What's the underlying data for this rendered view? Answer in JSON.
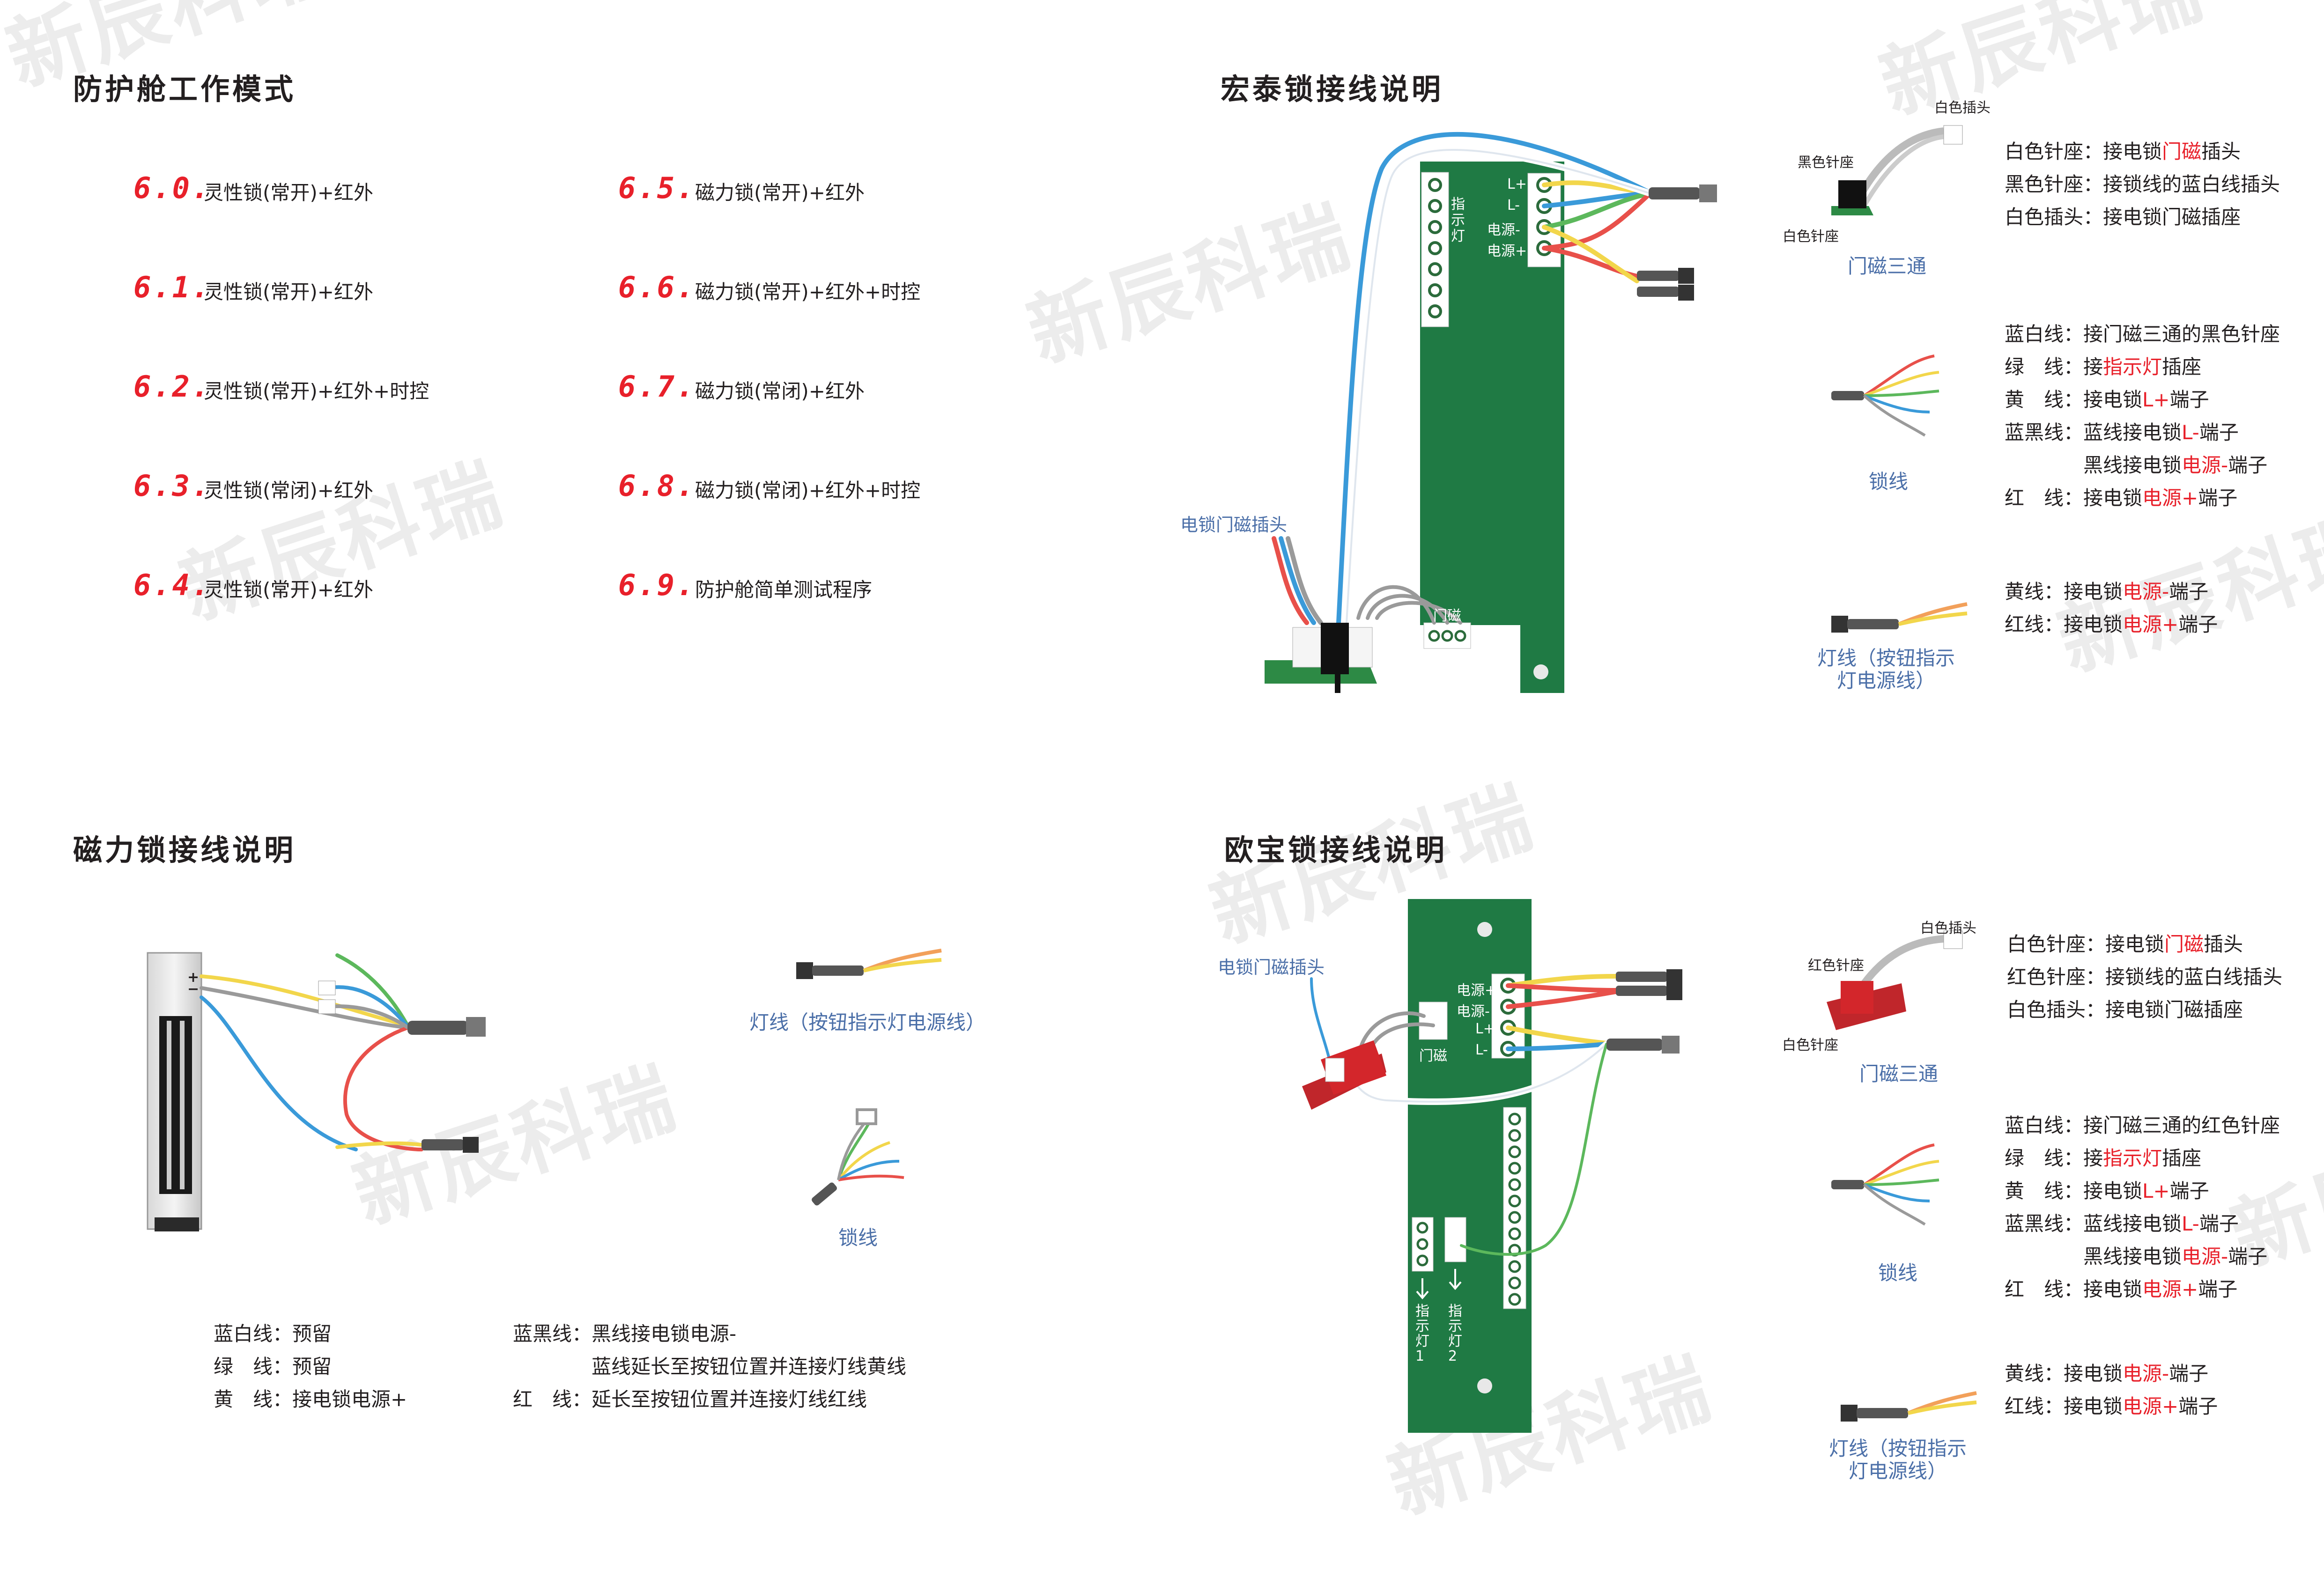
{
  "sections": {
    "modes_title": "防护舱工作模式",
    "hongtai_title": "宏泰锁接线说明",
    "cili_title": "磁力锁接线说明",
    "oubao_title": "欧宝锁接线说明"
  },
  "modes": [
    {
      "code": "6.0.",
      "desc": "灵性锁(常开)+红外"
    },
    {
      "code": "6.1.",
      "desc": "灵性锁(常开)+红外"
    },
    {
      "code": "6.2.",
      "desc": "灵性锁(常开)+红外+时控"
    },
    {
      "code": "6.3.",
      "desc": "灵性锁(常闭)+红外"
    },
    {
      "code": "6.4.",
      "desc": "灵性锁(常开)+红外"
    },
    {
      "code": "6.5.",
      "desc": "磁力锁(常开)+红外"
    },
    {
      "code": "6.6.",
      "desc": "磁力锁(常开)+红外+时控"
    },
    {
      "code": "6.7.",
      "desc": "磁力锁(常闭)+红外"
    },
    {
      "code": "6.8.",
      "desc": "磁力锁(常闭)+红外+时控"
    },
    {
      "code": "6.9.",
      "desc": "防护舱简单测试程序"
    }
  ],
  "watermark": "新辰科瑞",
  "hongtai": {
    "board_labels": {
      "indicator": "指示灯",
      "l_plus": "L+",
      "l_minus": "L-",
      "power_minus": "电源-",
      "power_plus": "电源+",
      "door": "门磁"
    },
    "door_plug_label": "电锁门磁插头",
    "tee_labels": {
      "white_plug": "白色插头",
      "black_pin": "黑色针座",
      "white_pin": "白色针座",
      "caption": "门磁三通"
    },
    "tee_desc": [
      {
        "pre": "白色针座：接电锁",
        "hl": "门磁",
        "post": "插头"
      },
      {
        "pre": "黑色针座：接锁线的蓝白线插头",
        "hl": "",
        "post": ""
      },
      {
        "pre": "白色插头：接电锁门磁插座",
        "hl": "",
        "post": ""
      }
    ],
    "lock_caption": "锁线",
    "lock_desc": [
      {
        "pre": "蓝白线：接门磁三通的黑色针座",
        "hl": "",
        "post": ""
      },
      {
        "pre": "绿　线：接",
        "hl": "指示灯",
        "post": "插座"
      },
      {
        "pre": "黄　线：接电锁",
        "hl": "L+",
        "post": "端子"
      },
      {
        "pre": "蓝黑线：蓝线接电锁",
        "hl": "L-",
        "post": "端子"
      },
      {
        "pre": "　　　　黑线接电锁",
        "hl": "电源-",
        "post": "端子"
      },
      {
        "pre": "红　线：接电锁",
        "hl": "电源+",
        "post": "端子"
      }
    ],
    "light_caption_1": "灯线（按钮指示",
    "light_caption_2": "灯电源线）",
    "light_desc": [
      {
        "pre": "黄线：接电锁",
        "hl": "电源-",
        "post": "端子"
      },
      {
        "pre": "红线：接电锁",
        "hl": "电源+",
        "post": "端子"
      }
    ]
  },
  "cili": {
    "light_caption": "灯线（按钮指示灯电源线）",
    "lock_caption": "锁线",
    "desc_left": [
      "蓝白线：预留",
      "绿　线：预留",
      "黄　线：接电锁电源+"
    ],
    "desc_right": [
      "蓝黑线：黑线接电锁电源-",
      "　　　　蓝线延长至按钮位置并连接灯线黄线",
      "红　线：延长至按钮位置并连接灯线红线"
    ]
  },
  "oubao": {
    "board_labels": {
      "power_plus": "电源+",
      "power_minus": "电源-",
      "l_plus": "L+",
      "l_minus": "L-",
      "door": "门磁",
      "ind1": "指示灯1",
      "ind2": "指示灯2"
    },
    "door_plug_label": "电锁门磁插头",
    "tee_labels": {
      "white_plug": "白色插头",
      "red_pin": "红色针座",
      "white_pin": "白色针座",
      "caption": "门磁三通"
    },
    "tee_desc": [
      {
        "pre": "白色针座：接电锁",
        "hl": "门磁",
        "post": "插头"
      },
      {
        "pre": "红色针座：接锁线的蓝白线插头",
        "hl": "",
        "post": ""
      },
      {
        "pre": "白色插头：接电锁门磁插座",
        "hl": "",
        "post": ""
      }
    ],
    "lock_caption": "锁线",
    "lock_desc": [
      {
        "pre": "蓝白线：接门磁三通的红色针座",
        "hl": "",
        "post": ""
      },
      {
        "pre": "绿　线：接",
        "hl": "指示灯",
        "post": "插座"
      },
      {
        "pre": "黄　线：接电锁",
        "hl": "L+",
        "post": "端子"
      },
      {
        "pre": "蓝黑线：蓝线接电锁",
        "hl": "L-",
        "post": "端子"
      },
      {
        "pre": "　　　　黑线接电锁",
        "hl": "电源-",
        "post": "端子"
      },
      {
        "pre": "红　线：接电锁",
        "hl": "电源+",
        "post": "端子"
      }
    ],
    "light_caption_1": "灯线（按钮指示",
    "light_caption_2": "灯电源线）",
    "light_desc": [
      {
        "pre": "黄线：接电锁",
        "hl": "电源-",
        "post": "端子"
      },
      {
        "pre": "红线：接电锁",
        "hl": "电源+",
        "post": "端子"
      }
    ]
  },
  "colors": {
    "pcb": "#1f7a44",
    "red": "#e8202a",
    "caption_blue": "#4b6fa8",
    "wire_blue": "#3a9ad9",
    "wire_yellow": "#f2d64b",
    "wire_red": "#e8504a",
    "wire_green": "#5cb85c",
    "wire_gray": "#9a9a9a"
  }
}
